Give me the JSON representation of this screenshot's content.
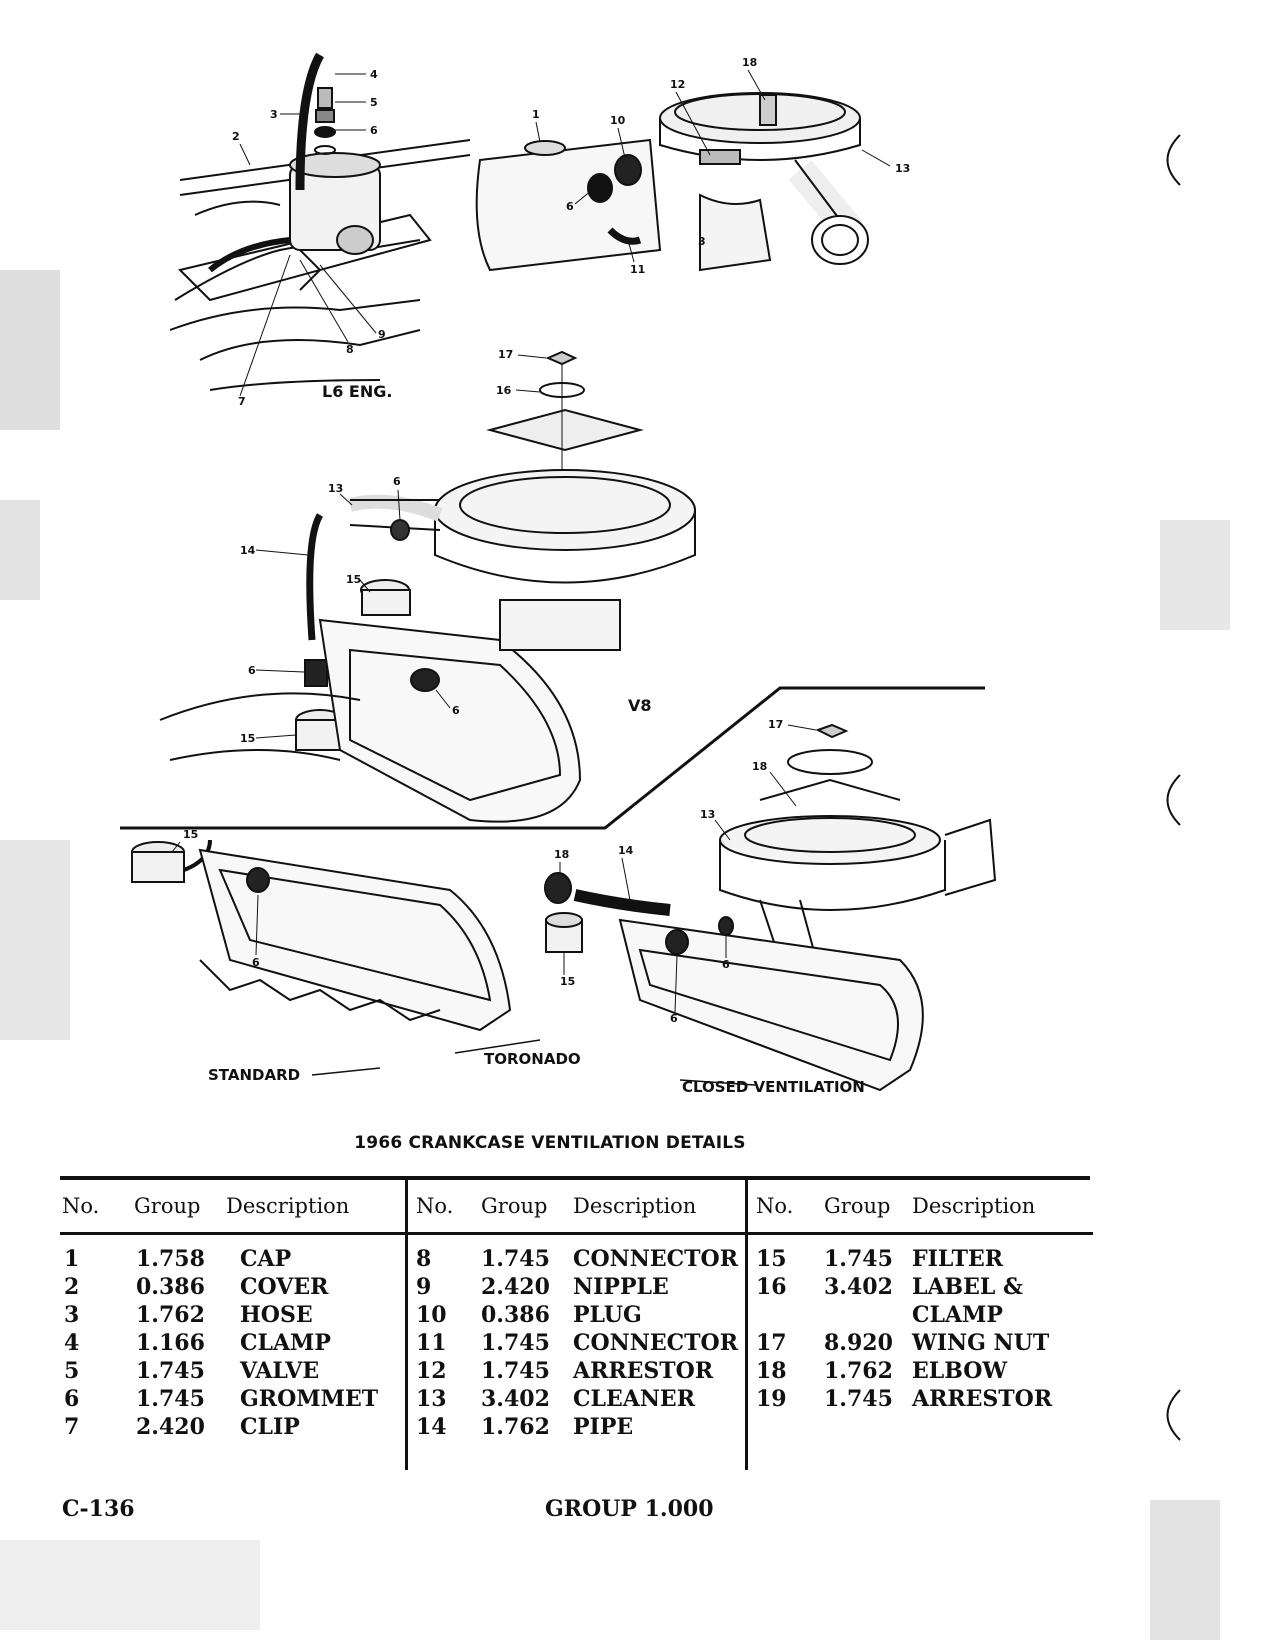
{
  "diagram": {
    "caption": "1966 CRANKCASE VENTILATION DETAILS",
    "views": {
      "l6": "L6 ENG.",
      "v8": "V8",
      "standard": "STANDARD",
      "toronado": "TORONADO",
      "closed": "CLOSED VENTILATION"
    }
  },
  "table": {
    "headers": {
      "no": "No.",
      "group": "Group",
      "description": "Description"
    },
    "columns": [
      [
        {
          "no": "1",
          "group": "1.758",
          "desc": "CAP"
        },
        {
          "no": "2",
          "group": "0.386",
          "desc": "COVER"
        },
        {
          "no": "3",
          "group": "1.762",
          "desc": "HOSE"
        },
        {
          "no": "4",
          "group": "1.166",
          "desc": "CLAMP"
        },
        {
          "no": "5",
          "group": "1.745",
          "desc": "VALVE"
        },
        {
          "no": "6",
          "group": "1.745",
          "desc": "GROMMET"
        },
        {
          "no": "7",
          "group": "2.420",
          "desc": "CLIP"
        }
      ],
      [
        {
          "no": "8",
          "group": "1.745",
          "desc": "CONNECTOR"
        },
        {
          "no": "9",
          "group": "2.420",
          "desc": "NIPPLE"
        },
        {
          "no": "10",
          "group": "0.386",
          "desc": "PLUG"
        },
        {
          "no": "11",
          "group": "1.745",
          "desc": "CONNECTOR"
        },
        {
          "no": "12",
          "group": "1.745",
          "desc": "ARRESTOR"
        },
        {
          "no": "13",
          "group": "3.402",
          "desc": "CLEANER"
        },
        {
          "no": "14",
          "group": "1.762",
          "desc": "PIPE"
        }
      ],
      [
        {
          "no": "15",
          "group": "1.745",
          "desc": "FILTER"
        },
        {
          "no": "16",
          "group": "3.402",
          "desc": "LABEL &"
        },
        {
          "no": "",
          "group": "",
          "desc": "CLAMP"
        },
        {
          "no": "17",
          "group": "8.920",
          "desc": "WING NUT"
        },
        {
          "no": "18",
          "group": "1.762",
          "desc": "ELBOW"
        },
        {
          "no": "19",
          "group": "1.745",
          "desc": "ARRESTOR"
        }
      ]
    ]
  },
  "footer": {
    "page": "C-136",
    "group": "GROUP 1.000"
  },
  "callouts": [
    "1",
    "2",
    "3",
    "4",
    "5",
    "6",
    "7",
    "8",
    "9",
    "10",
    "11",
    "12",
    "13",
    "14",
    "15",
    "16",
    "17",
    "18"
  ]
}
